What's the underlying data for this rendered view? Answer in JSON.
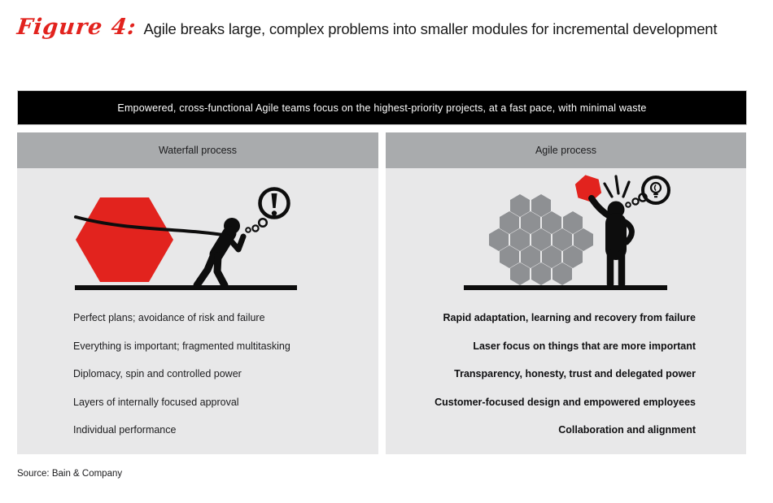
{
  "figure": {
    "label": "Figure 4:",
    "title": "Agile breaks large, complex problems into smaller modules for incremental development"
  },
  "banner": {
    "text": "Empowered, cross-functional Agile teams focus on the highest-priority projects, at a fast pace, with minimal waste"
  },
  "panels": {
    "waterfall": {
      "header": "Waterfall process",
      "illustration": "person-dragging-large-red-hexagon-with-exclamation-thought-bubble",
      "items": [
        "Perfect plans; avoidance of risk and failure",
        "Everything is important; fragmented multitasking",
        "Diplomacy, spin and controlled power",
        "Layers of internally focused approval",
        "Individual performance"
      ]
    },
    "agile": {
      "header": "Agile process",
      "illustration": "person-holding-up-small-red-hexagon-beside-honeycomb-with-lightbulb-thought-bubble",
      "items": [
        "Rapid adaptation, learning and recovery from failure",
        "Laser focus on things that are more important",
        "Transparency, honesty, trust and delegated power",
        "Customer-focused design and empowered employees",
        "Collaboration and alignment"
      ]
    }
  },
  "source": {
    "text": "Source: Bain & Company"
  },
  "colors": {
    "accent_red": "#e2231e",
    "banner_bg": "#000000",
    "banner_text": "#ffffff",
    "panel_header_bg": "#a9abad",
    "panel_body_bg": "#e8e8e9",
    "illustration_gray": "#8e9093",
    "silhouette_black": "#0d0d0d"
  }
}
